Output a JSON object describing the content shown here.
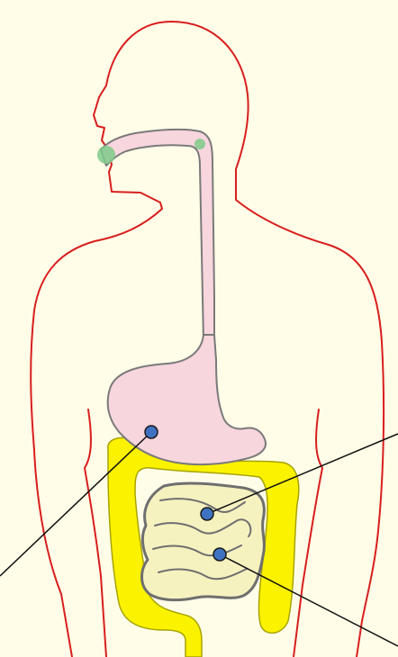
{
  "diagram": {
    "colors": {
      "background": "#fffde8",
      "body_outline": "#d81e1e",
      "esophagus_stomach_fill": "#f7d6de",
      "organ_outline": "#7a7a7a",
      "small_intestine_fill": "#f6f2c0",
      "large_intestine_fill": "#fbf200",
      "mouth_marker": "#7fc98a",
      "label_dot": "#3f73c2",
      "leader_line": "#111111"
    },
    "organs": [
      {
        "name": "body-outline"
      },
      {
        "name": "esophagus"
      },
      {
        "name": "stomach"
      },
      {
        "name": "large-intestine"
      },
      {
        "name": "small-intestine"
      }
    ],
    "markers": [
      {
        "name": "stomach-marker"
      },
      {
        "name": "small-intestine-upper-marker"
      },
      {
        "name": "small-intestine-lower-marker"
      }
    ]
  }
}
